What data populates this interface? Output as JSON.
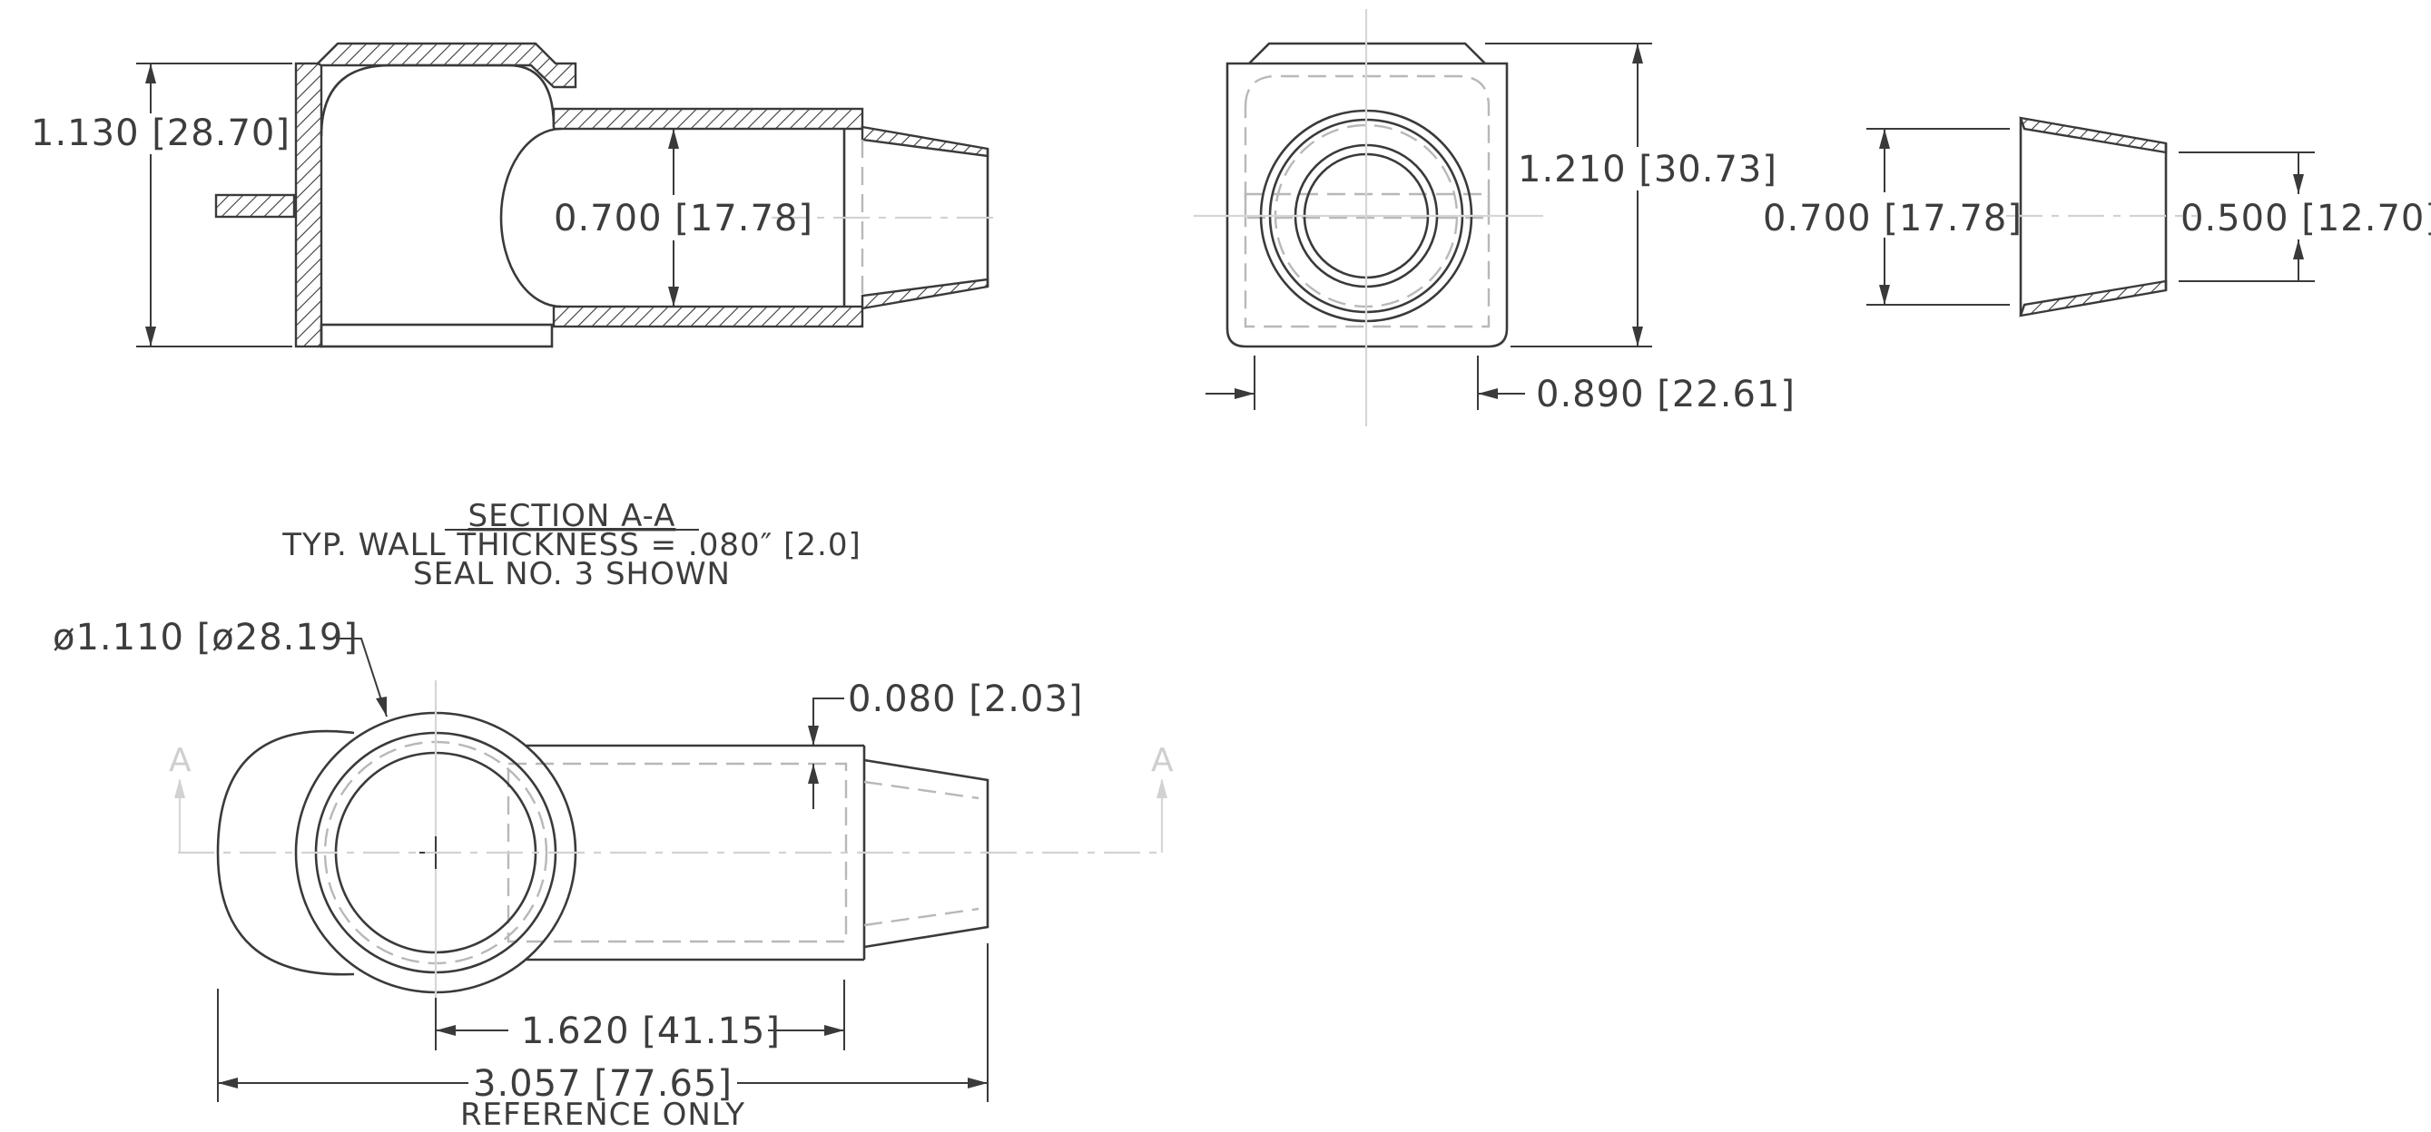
{
  "dimensions": {
    "overall_height": "1.130  [28.70]",
    "bore_left": "0.700  [17.78]",
    "end_height": "1.210  [30.73]",
    "end_width": "0.890  [22.61]",
    "seal_large": "0.700  [17.78]",
    "seal_small": "0.500  [12.70]",
    "diameter": "ø1.110  [ø28.19]",
    "wall": "0.080  [2.03]",
    "center_length": "1.620  [41.15]",
    "overall_length": "3.057  [77.65]"
  },
  "notes": {
    "section_title": "SECTION A-A",
    "wall_thickness": "TYP. WALL THICKNESS = .080″ [2.0]",
    "seal": "SEAL NO. 3 SHOWN",
    "reference": "REFERENCE ONLY"
  },
  "section_markers": {
    "left": "A",
    "right": "A"
  }
}
